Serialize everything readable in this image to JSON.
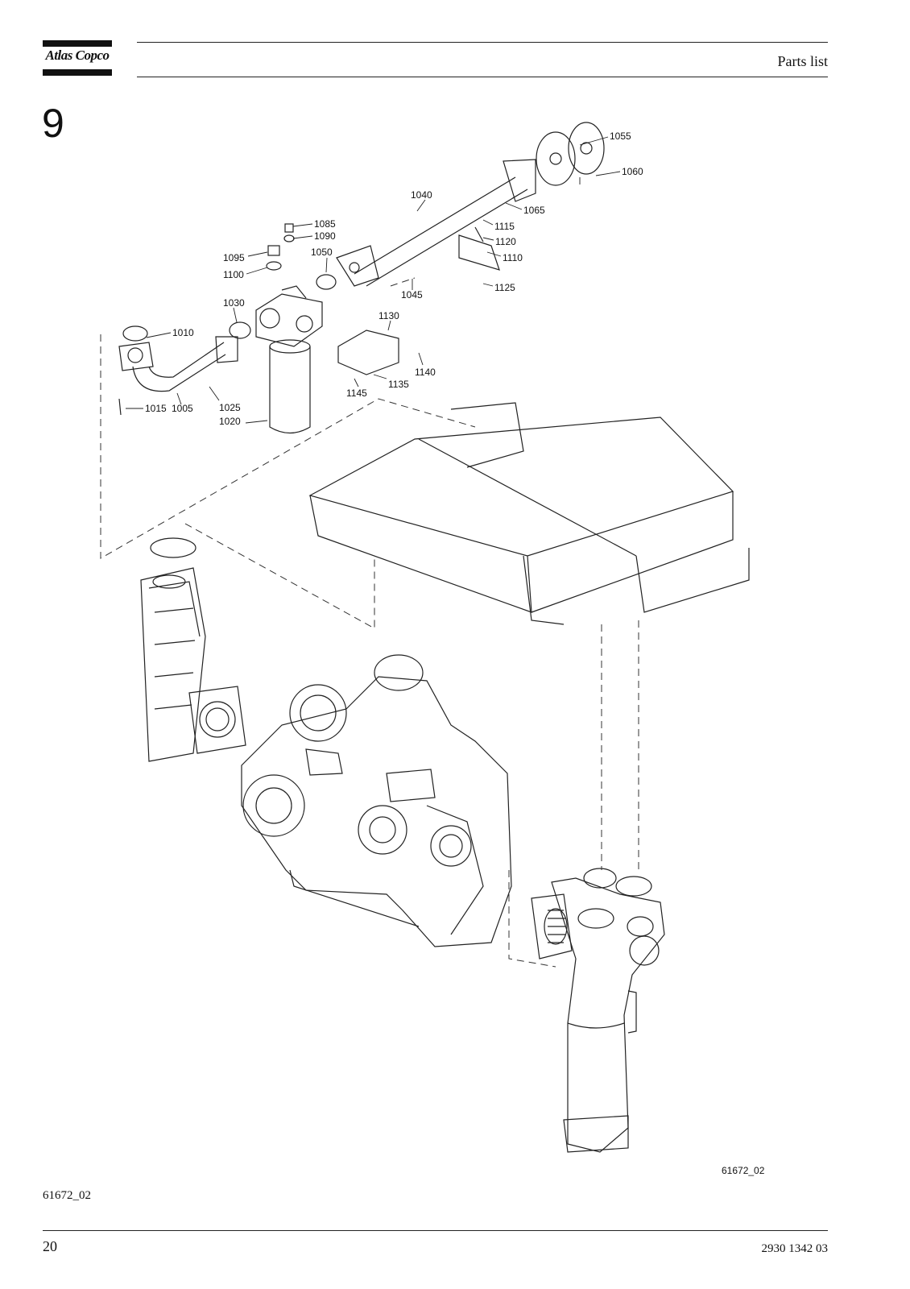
{
  "header": {
    "brand": "Atlas Copco",
    "section_title": "Parts list"
  },
  "chapter_number": "9",
  "drawing": {
    "part_labels": [
      "1055",
      "1060",
      "1040",
      "1065",
      "1115",
      "1120",
      "1110",
      "1125",
      "1085",
      "1090",
      "1095",
      "1050",
      "1100",
      "1045",
      "1030",
      "1130",
      "1010",
      "1140",
      "1135",
      "1145",
      "1025",
      "1015",
      "1005",
      "1020"
    ],
    "drawing_number": "61672_02"
  },
  "footer": {
    "figure_ref": "61672_02",
    "page_number": "20",
    "document_number": "2930 1342 03"
  }
}
